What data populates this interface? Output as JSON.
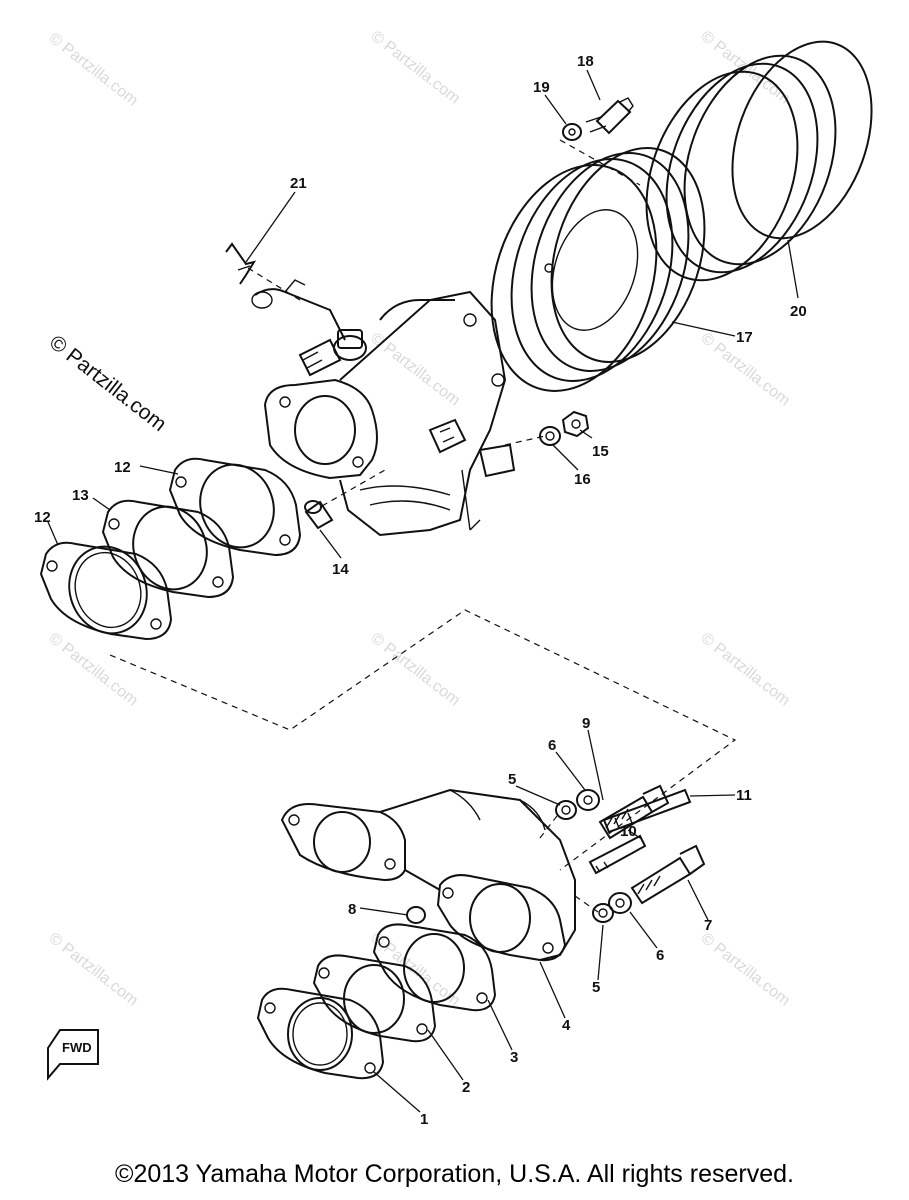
{
  "watermark": "© Partzilla.com",
  "copyright": "©2013  Yamaha Motor Corporation, U.S.A. All rights reserved.",
  "fwd_label": "FWD",
  "callouts": {
    "c1": "1",
    "c2": "2",
    "c3": "3",
    "c4": "4",
    "c5a": "5",
    "c5b": "5",
    "c6a": "6",
    "c6b": "6",
    "c7": "7",
    "c8": "8",
    "c9": "9",
    "c10": "10",
    "c11": "11",
    "c12a": "12",
    "c12b": "12",
    "c13": "13",
    "c14": "14",
    "c15": "15",
    "c16": "16",
    "c17": "17",
    "c18": "18",
    "c19": "19",
    "c20": "20",
    "c21": "21"
  }
}
